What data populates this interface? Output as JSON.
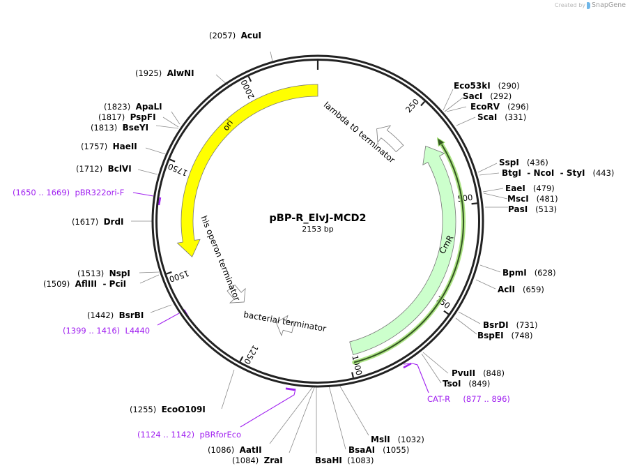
{
  "credit": {
    "prefix": "Created by",
    "brand": "SnapGene"
  },
  "plasmid": {
    "name": "pBP-R_ElvJ-MCD2",
    "length_label": "2153 bp",
    "length": 2153
  },
  "colors": {
    "ori": "#ffff00",
    "cmr": "#ccffcc",
    "cmr_orf": "#99dd66",
    "primer": "#a020f0",
    "backbone": "#222222",
    "leader": "#888888"
  },
  "ticks": [
    {
      "pos": 0,
      "label": ""
    },
    {
      "pos": 250,
      "label": "250"
    },
    {
      "pos": 500,
      "label": "500"
    },
    {
      "pos": 750,
      "label": "750"
    },
    {
      "pos": 1000,
      "label": "1000"
    },
    {
      "pos": 1250,
      "label": "1250"
    },
    {
      "pos": 1500,
      "label": "1500"
    },
    {
      "pos": 1750,
      "label": "1750"
    },
    {
      "pos": 2000,
      "label": "2000"
    }
  ],
  "features": [
    {
      "name": "ori",
      "type": "ori",
      "start": 1520,
      "end": 2153,
      "direction": "reverse",
      "color": "#ffff00"
    },
    {
      "name": "CmR",
      "type": "cds",
      "start": 330,
      "end": 988,
      "direction": "reverse",
      "color": "#ccffcc"
    },
    {
      "name": "lambda t0 terminator",
      "type": "terminator",
      "start": 195,
      "end": 290,
      "direction": "reverse"
    },
    {
      "name": "his operon terminator",
      "type": "terminator",
      "start": 1330,
      "end": 1390,
      "direction": "reverse"
    },
    {
      "name": "bacterial terminator",
      "type": "terminator",
      "start": 1155,
      "end": 1210,
      "direction": "forward"
    }
  ],
  "enzymes_right": [
    {
      "name": "Eco53kI",
      "pos": "(290)"
    },
    {
      "name": "SacI",
      "pos": "(292)"
    },
    {
      "name": "EcoRV",
      "pos": "(296)"
    },
    {
      "name": "ScaI",
      "pos": "(331)"
    },
    {
      "name": "SspI",
      "pos": "(436)"
    },
    {
      "name": "BtgI  - NcoI  - StyI",
      "pos": "(443)"
    },
    {
      "name": "EaeI",
      "pos": "(479)"
    },
    {
      "name": "MscI",
      "pos": "(481)"
    },
    {
      "name": "PasI",
      "pos": "(513)"
    },
    {
      "name": "BpmI",
      "pos": "(628)"
    },
    {
      "name": "AclI",
      "pos": "(659)"
    },
    {
      "name": "BsrDI",
      "pos": "(731)"
    },
    {
      "name": "BspEI",
      "pos": "(748)"
    },
    {
      "name": "PvuII",
      "pos": "(848)"
    },
    {
      "name": "TsoI",
      "pos": "(849)"
    },
    {
      "name": "MslI",
      "pos": "(1032)"
    },
    {
      "name": "BsaAI",
      "pos": "(1055)"
    },
    {
      "name": "BsaHI",
      "pos": "(1083)"
    }
  ],
  "enzymes_left": [
    {
      "name": "AcuI",
      "pos": "(2057)"
    },
    {
      "name": "AlwNI",
      "pos": "(1925)"
    },
    {
      "name": "ApaLI",
      "pos": "(1823)"
    },
    {
      "name": "PspFI",
      "pos": "(1817)"
    },
    {
      "name": "BseYI",
      "pos": "(1813)"
    },
    {
      "name": "HaeII",
      "pos": "(1757)"
    },
    {
      "name": "BclVI",
      "pos": "(1712)"
    },
    {
      "name": "DrdI",
      "pos": "(1617)"
    },
    {
      "name": "NspI",
      "pos": "(1513)"
    },
    {
      "name": "AflIII  - PciI",
      "pos": "(1509)"
    },
    {
      "name": "BsrBI",
      "pos": "(1442)"
    },
    {
      "name": "EcoO109I",
      "pos": "(1255)"
    },
    {
      "name": "AatII",
      "pos": "(1086)"
    },
    {
      "name": "ZraI",
      "pos": "(1084)"
    }
  ],
  "primers": [
    {
      "name": "CAT-R",
      "range": "(877 .. 896)"
    },
    {
      "name": "pBR322ori-F",
      "range": "(1650 .. 1669)"
    },
    {
      "name": "L4440",
      "range": "(1399 .. 1416)"
    },
    {
      "name": "pBRforEco",
      "range": "(1124 .. 1142)"
    }
  ]
}
